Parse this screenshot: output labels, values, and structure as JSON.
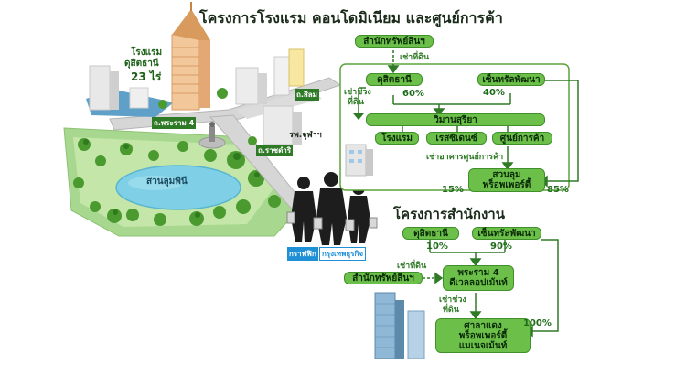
{
  "titles": {
    "hotel_project": "โครงการโรงแรม คอนโดมิเนียม และศูนย์การค้า",
    "office_project": "โครงการสำนักงาน"
  },
  "map": {
    "hotel_label_line1": "โรงแรม",
    "hotel_label_line2": "ดุสิตธานี",
    "hotel_label_area": "23 ไร่",
    "road_silom": "ถ.สีลม",
    "road_rama4": "ถ.พระราม 4",
    "road_rajadamri": "ถ.ราชดำริ",
    "hospital": "รพ.จุฬาฯ",
    "park": "สวนลุมพินี",
    "credit_graphic": "กราฟฟิก",
    "credit_source": "กรุงเทพธุรกิจ"
  },
  "hotel_flow": {
    "crown_property": "สำนักทรัพย์สินฯ",
    "lease_land": "เช่าที่ดิน",
    "dusit": "ดุสิตธานี",
    "central": "เซ็นทรัลพัฒนา",
    "dusit_share": "60%",
    "central_share": "40%",
    "sublease_line1": "เช่าช่วง",
    "sublease_line2": "ที่ดิน",
    "wimarn": "วิมานสุริยา",
    "hotel": "โรงแรม",
    "residence": "เรสซิเดนซ์",
    "mall": "ศูนย์การค้า",
    "lease_mall": "เช่าอาคารศูนย์การค้า",
    "lumpini_line1": "สวนลุม",
    "lumpini_line2": "พร็อพเพอร์ตี้",
    "left_share": "15%",
    "right_share": "85%"
  },
  "office_flow": {
    "dusit": "ดุสิตธานี",
    "central": "เซ็นทรัลพัฒนา",
    "dusit_share": "10%",
    "central_share": "90%",
    "lease_land": "เช่าที่ดิน",
    "crown_property": "สำนักทรัพย์สินฯ",
    "rama4_line1": "พระราม 4",
    "rama4_line2": "ดีเวลลอปเม้นท์",
    "sublease_line1": "เช่าช่วง",
    "sublease_line2": "ที่ดิน",
    "sala_line1": "ศาลาแดง",
    "sala_line2": "พร็อพเพอร์ตี้",
    "sala_line3": "แมเนจเม้นท์",
    "full_share": "100%"
  }
}
